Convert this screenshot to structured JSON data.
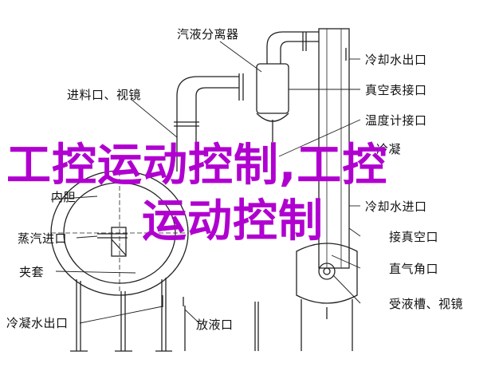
{
  "labels": {
    "separator": "汽液分离器",
    "cooling_water_outlet": "冷却水出口",
    "feed_port_sightglass": "进料口、视镜",
    "vacuum_gauge_port": "真空表接口",
    "thermometer_port": "温度计接口",
    "condenser_partial": "冷凝",
    "inner_tank": "内胆",
    "cooling_water_inlet": "冷却水进口",
    "steam_inlet": "蒸汽进口",
    "vacuum_port": "接真空口",
    "jacket": "夹套",
    "air_direct_port": "直气角口",
    "receiver_sightglass": "受液槽、视镜",
    "condensate_outlet": "冷凝水出口",
    "discharge_port": "放液口"
  },
  "watermark": {
    "line1": "工控运动控制,工控",
    "line2": "运动控制",
    "color": "#b000d0"
  }
}
